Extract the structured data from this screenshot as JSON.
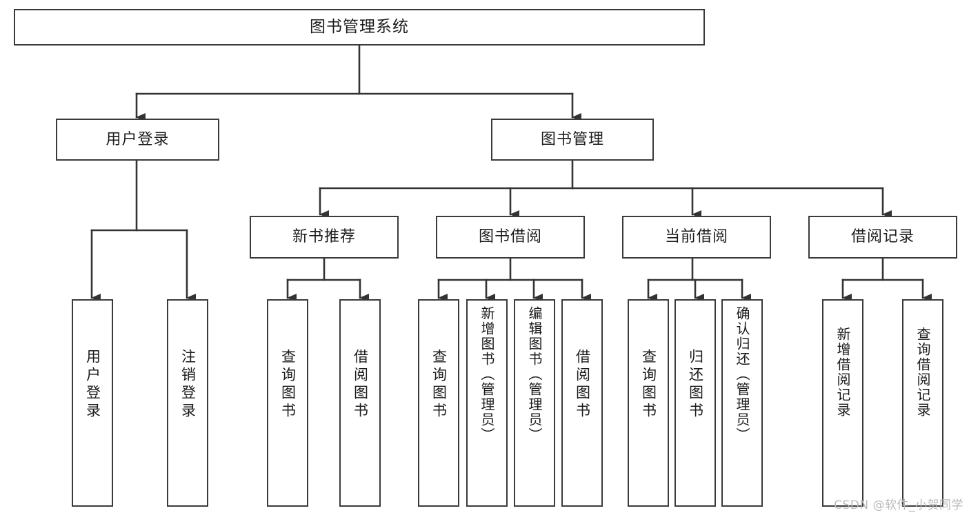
{
  "diagram": {
    "title": "图书管理系统",
    "type": "hierarchy-tree",
    "watermark": "CSDN @软件_小贺同学",
    "colors": {
      "box_border": "#3a3a3a",
      "box_fill": "#ffffff",
      "edge": "#333333",
      "text": "#1b1b1b",
      "background": "#ffffff",
      "watermark": "#b9b9b9"
    },
    "levels": {
      "level1": "系统",
      "level2": "模块",
      "level3": "子模块",
      "level4": "功能"
    },
    "nodes": {
      "root": {
        "label": "图书管理系统"
      },
      "level2": [
        {
          "id": "user-login",
          "label": "用户登录"
        },
        {
          "id": "book-manage",
          "label": "图书管理"
        }
      ],
      "level3": [
        {
          "id": "new-book-recommend",
          "label": "新书推荐",
          "parent": "book-manage"
        },
        {
          "id": "book-borrow",
          "label": "图书借阅",
          "parent": "book-manage"
        },
        {
          "id": "current-borrow",
          "label": "当前借阅",
          "parent": "book-manage"
        },
        {
          "id": "borrow-record",
          "label": "借阅记录",
          "parent": "book-manage"
        }
      ],
      "leaves": [
        {
          "id": "leaf-user-login",
          "label": "用户登录",
          "parent": "user-login"
        },
        {
          "id": "leaf-logout",
          "label": "注销登录",
          "parent": "user-login"
        },
        {
          "id": "leaf-query-book-1",
          "label": "查询图书",
          "parent": "new-book-recommend"
        },
        {
          "id": "leaf-borrow-book-1",
          "label": "借阅图书",
          "parent": "new-book-recommend"
        },
        {
          "id": "leaf-query-book-2",
          "label": "查询图书",
          "parent": "book-borrow"
        },
        {
          "id": "leaf-add-book",
          "label": "新增图书（管理员）",
          "parent": "book-borrow"
        },
        {
          "id": "leaf-edit-book",
          "label": "编辑图书（管理员）",
          "parent": "book-borrow"
        },
        {
          "id": "leaf-borrow-book-2",
          "label": "借阅图书",
          "parent": "book-borrow"
        },
        {
          "id": "leaf-query-book-3",
          "label": "查询图书",
          "parent": "current-borrow"
        },
        {
          "id": "leaf-return-book",
          "label": "归还图书",
          "parent": "current-borrow"
        },
        {
          "id": "leaf-confirm-return",
          "label": "确认归还（管理员）",
          "parent": "current-borrow"
        },
        {
          "id": "leaf-add-record",
          "label": "新增借阅记录",
          "parent": "borrow-record"
        },
        {
          "id": "leaf-query-record",
          "label": "查询借阅记录",
          "parent": "borrow-record"
        }
      ]
    }
  }
}
